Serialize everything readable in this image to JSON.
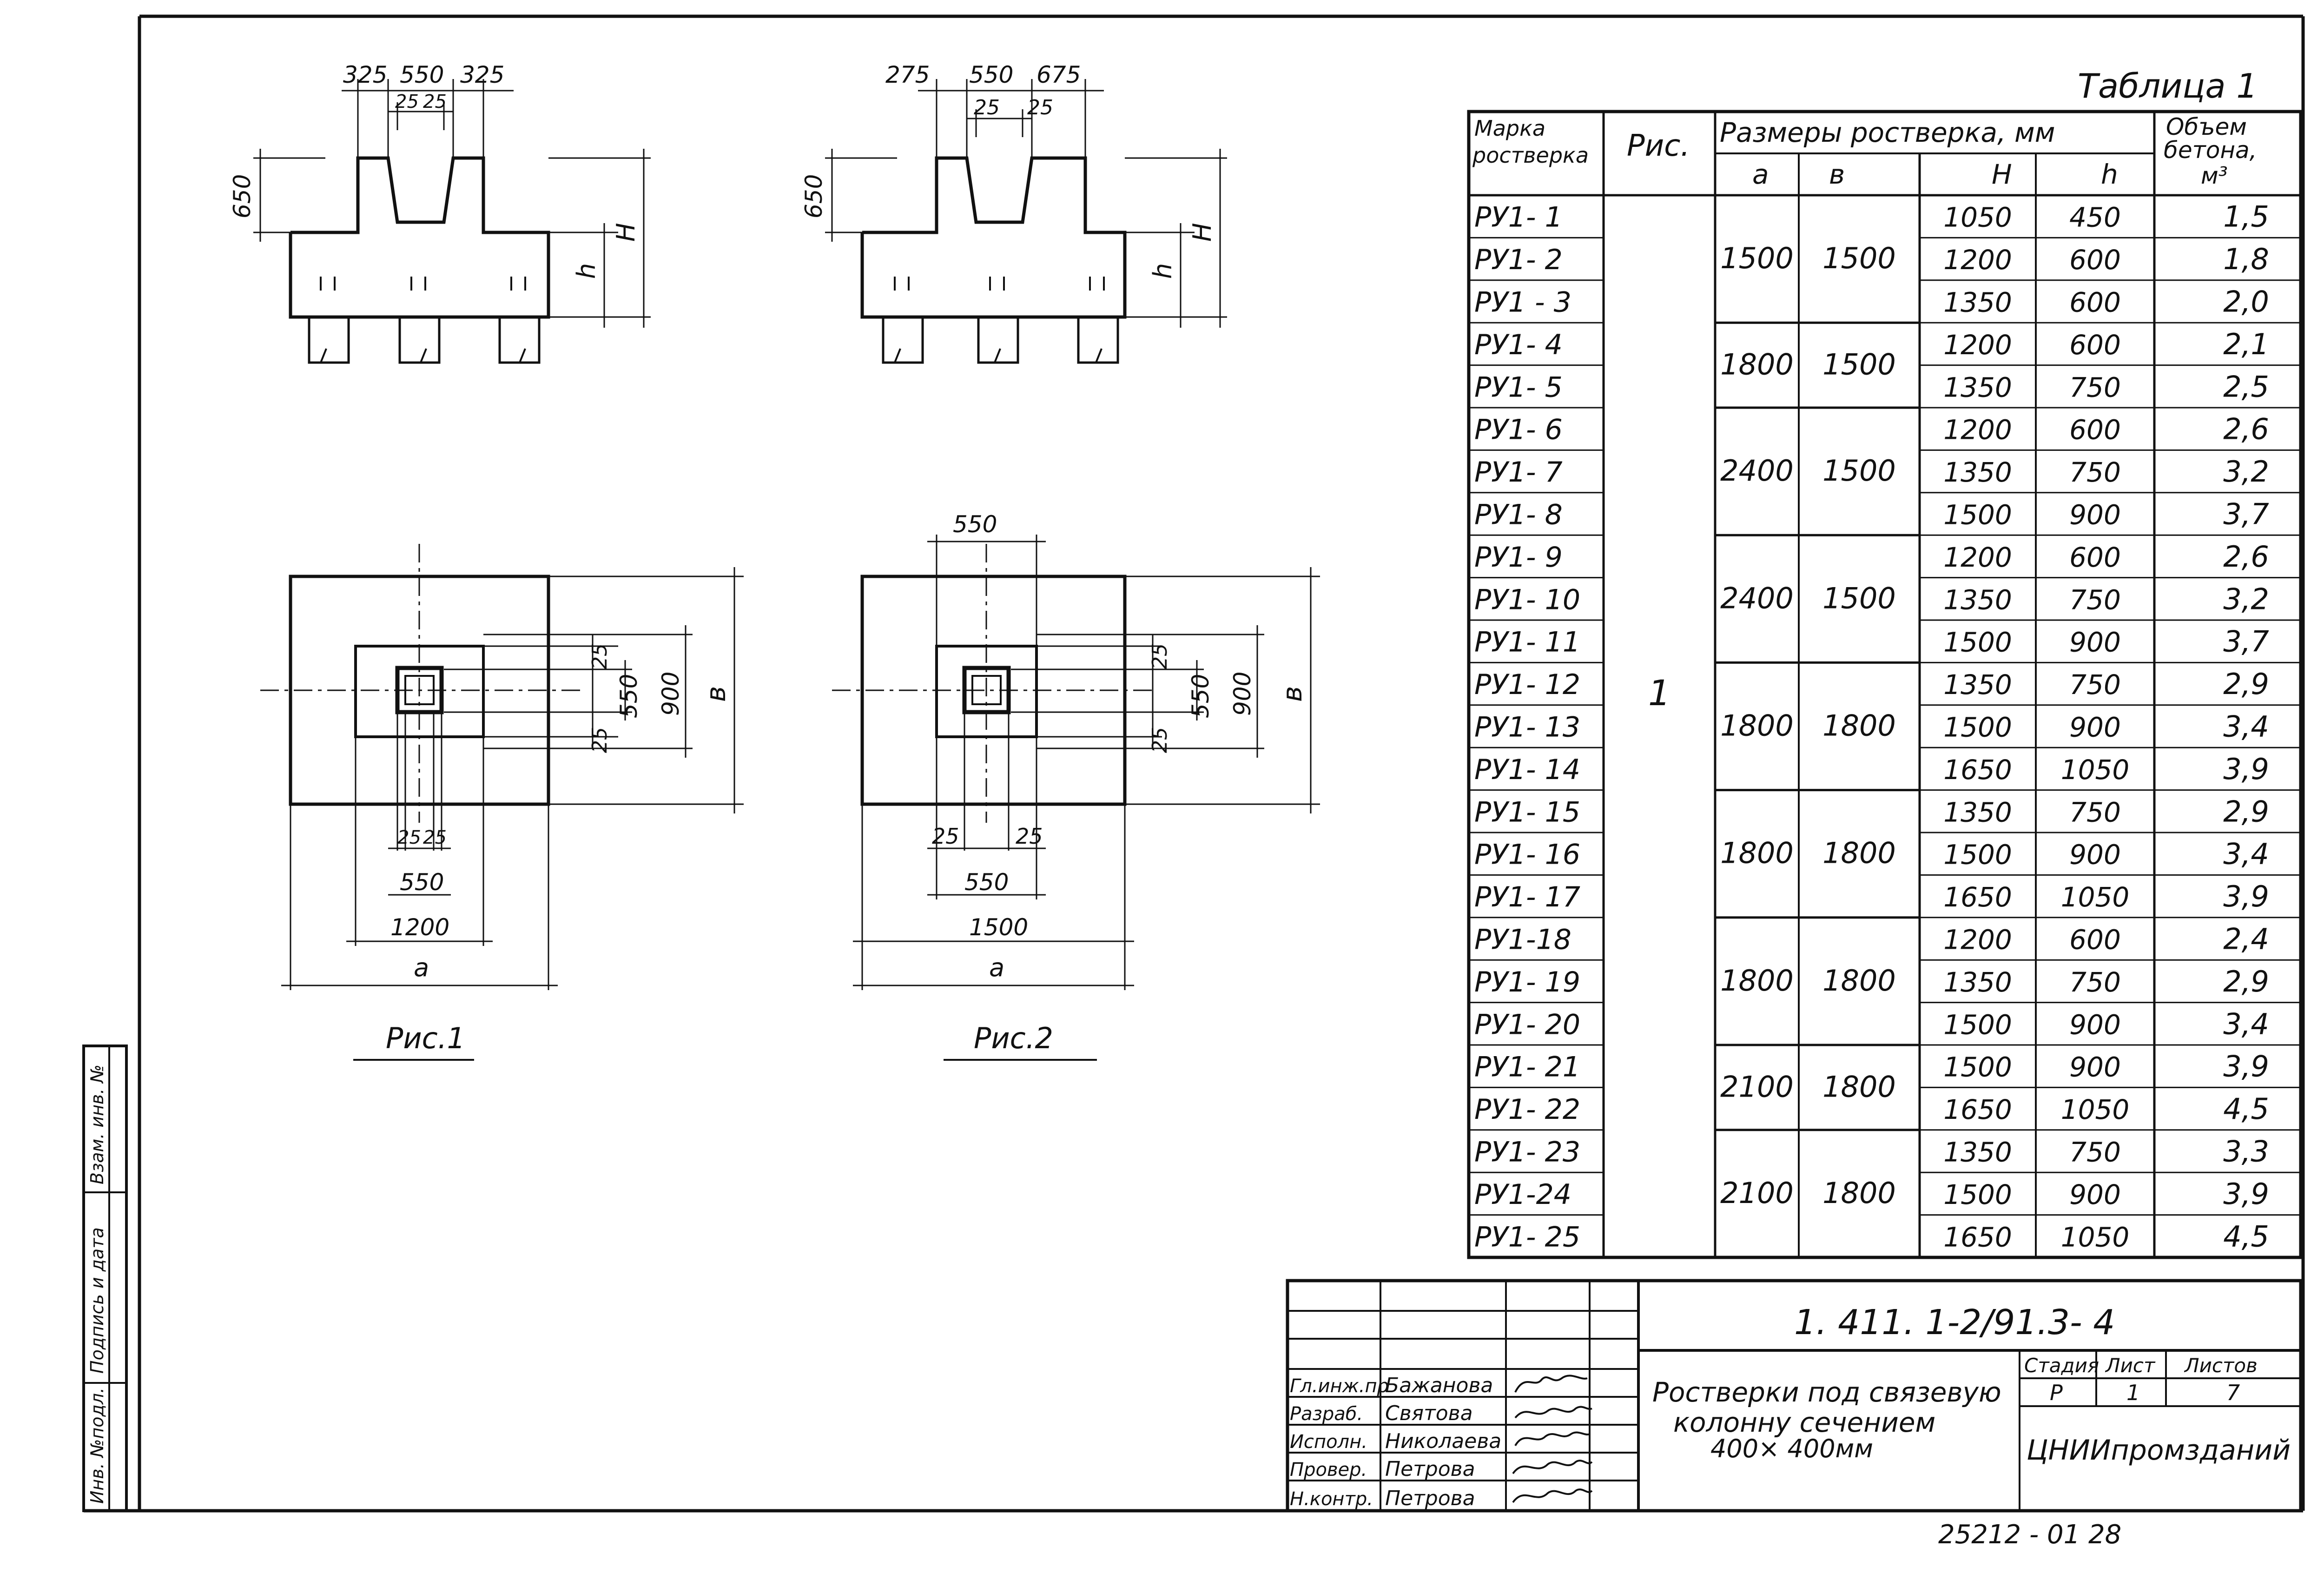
{
  "table": {
    "caption": "Таблица 1",
    "header": {
      "mark": "Марка ростверка",
      "fig": "Рис.",
      "dims": "Размеры ростверка, мм",
      "volume": "Объем бетона, м³"
    },
    "subheader": [
      "а",
      "в",
      "Н",
      "h"
    ],
    "fig_value": "1",
    "groups": [
      {
        "a": "1500",
        "b": "1500",
        "rows": 3
      },
      {
        "a": "1800",
        "b": "1500",
        "rows": 2
      },
      {
        "a": "2400",
        "b": "1500",
        "rows": 3
      },
      {
        "a": "2400",
        "b": "1500",
        "rows": 3
      },
      {
        "a": "1800",
        "b": "1800",
        "rows": 3
      },
      {
        "a": "1800",
        "b": "1800",
        "rows": 3
      },
      {
        "a": "1800",
        "b": "1800",
        "rows": 3
      },
      {
        "a": "2100",
        "b": "1800",
        "rows": 2
      },
      {
        "a": "2100",
        "b": "1800",
        "rows": 3
      }
    ],
    "rows": [
      {
        "mark": "РУ1- 1",
        "H": "1050",
        "h": "450",
        "vol": "1,5"
      },
      {
        "mark": "РУ1- 2",
        "H": "1200",
        "h": "600",
        "vol": "1,8"
      },
      {
        "mark": "РУ1 - 3",
        "H": "1350",
        "h": "600",
        "vol": "2,0"
      },
      {
        "mark": "РУ1- 4",
        "H": "1200",
        "h": "600",
        "vol": "2,1"
      },
      {
        "mark": "РУ1- 5",
        "H": "1350",
        "h": "750",
        "vol": "2,5"
      },
      {
        "mark": "РУ1- 6",
        "H": "1200",
        "h": "600",
        "vol": "2,6"
      },
      {
        "mark": "РУ1- 7",
        "H": "1350",
        "h": "750",
        "vol": "3,2"
      },
      {
        "mark": "РУ1- 8",
        "H": "1500",
        "h": "900",
        "vol": "3,7"
      },
      {
        "mark": "РУ1- 9",
        "H": "1200",
        "h": "600",
        "vol": "2,6"
      },
      {
        "mark": "РУ1- 10",
        "H": "1350",
        "h": "750",
        "vol": "3,2"
      },
      {
        "mark": "РУ1- 11",
        "H": "1500",
        "h": "900",
        "vol": "3,7"
      },
      {
        "mark": "РУ1- 12",
        "H": "1350",
        "h": "750",
        "vol": "2,9"
      },
      {
        "mark": "РУ1- 13",
        "H": "1500",
        "h": "900",
        "vol": "3,4"
      },
      {
        "mark": "РУ1- 14",
        "H": "1650",
        "h": "1050",
        "vol": "3,9"
      },
      {
        "mark": "РУ1- 15",
        "H": "1350",
        "h": "750",
        "vol": "2,9"
      },
      {
        "mark": "РУ1- 16",
        "H": "1500",
        "h": "900",
        "vol": "3,4"
      },
      {
        "mark": "РУ1- 17",
        "H": "1650",
        "h": "1050",
        "vol": "3,9"
      },
      {
        "mark": "РУ1-18",
        "H": "1200",
        "h": "600",
        "vol": "2,4"
      },
      {
        "mark": "РУ1- 19",
        "H": "1350",
        "h": "750",
        "vol": "2,9"
      },
      {
        "mark": "РУ1- 20",
        "H": "1500",
        "h": "900",
        "vol": "3,4"
      },
      {
        "mark": "РУ1- 21",
        "H": "1500",
        "h": "900",
        "vol": "3,9"
      },
      {
        "mark": "РУ1- 22",
        "H": "1650",
        "h": "1050",
        "vol": "4,5"
      },
      {
        "mark": "РУ1- 23",
        "H": "1350",
        "h": "750",
        "vol": "3,3"
      },
      {
        "mark": "РУ1-24",
        "H": "1500",
        "h": "900",
        "vol": "3,9"
      },
      {
        "mark": "РУ1- 25",
        "H": "1650",
        "h": "1050",
        "vol": "4,5"
      }
    ]
  },
  "fig1": {
    "caption": "Рис.1",
    "elev_top_dims": [
      "325",
      "550",
      "325"
    ],
    "elev_small_dims": [
      "25",
      "25"
    ],
    "elev_height": "650",
    "elev_h": "h",
    "elev_H": "H",
    "plan_right_dims": [
      "25",
      "550",
      "25"
    ],
    "plan_900": "900",
    "plan_b": "в",
    "plan_bottom_small": [
      "25",
      "25"
    ],
    "plan_550": "550",
    "plan_1200": "1200",
    "plan_a": "а"
  },
  "fig2": {
    "caption": "Рис.2",
    "elev_top_dims": [
      "275",
      "550",
      "675"
    ],
    "elev_small_dims": [
      "25",
      "25"
    ],
    "elev_height": "650",
    "elev_h": "h",
    "elev_H": "H",
    "plan_top": "550",
    "plan_right_dims": [
      "25",
      "550",
      "25"
    ],
    "plan_900": "900",
    "plan_b": "в",
    "plan_bottom_small": [
      "25",
      "25"
    ],
    "plan_550": "550",
    "plan_1500": "1500",
    "plan_a": "а"
  },
  "title_block": {
    "doc_code": "1. 411. 1-2/91.3- 4",
    "title_lines": [
      "Ростверки под связевую",
      "колонну сечением",
      "400× 400мм"
    ],
    "stage_label": "Стадия",
    "sheet_label": "Лист",
    "sheets_label": "Листов",
    "stage": "Р",
    "sheet": "1",
    "sheets": "7",
    "org": "ЦНИИпромзданий",
    "roles": [
      {
        "role": "Гл.инж.пр",
        "name": "Бажанова"
      },
      {
        "role": "Разраб.",
        "name": "Святова"
      },
      {
        "role": "Исполн.",
        "name": "Николаева"
      },
      {
        "role": "Провер.",
        "name": "Петрова"
      },
      {
        "role": "Н.контр.",
        "name": "Петрова"
      }
    ]
  },
  "side_stamp": [
    "Инв. №подл.",
    "Подпись и дата",
    "Взам. инв. №"
  ],
  "footer_code": "25212 - 01   28"
}
